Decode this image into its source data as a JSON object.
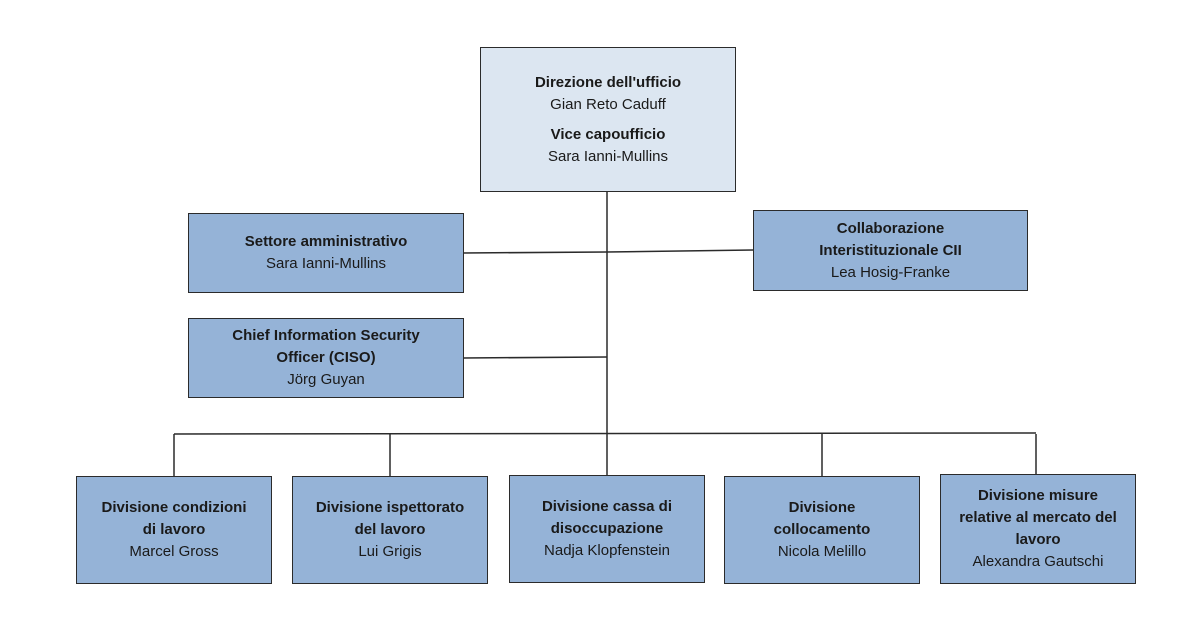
{
  "colors": {
    "top_box_fill": "#dce6f1",
    "box_fill": "#95b3d7",
    "border": "#2b2b2b",
    "line": "#2b2b2b"
  },
  "direction": {
    "role1": "Direzione dell'ufficio",
    "name1": "Gian Reto Caduff",
    "role2": "Vice capoufficio",
    "name2": "Sara Ianni-Mullins"
  },
  "staff": {
    "admin": {
      "role": "Settore amministrativo",
      "name": "Sara Ianni-Mullins"
    },
    "cii": {
      "role": "Collaborazione Interistituzionale CII",
      "name": "Lea Hosig-Franke"
    },
    "ciso": {
      "role": "Chief Information Security Officer (CISO)",
      "name": "Jörg Guyan"
    }
  },
  "divisions": [
    {
      "role": "Divisione condizioni di lavoro",
      "name": "Marcel Gross"
    },
    {
      "role": "Divisione ispettorato del lavoro",
      "name": "Lui Grigis"
    },
    {
      "role": "Divisione cassa di disoccupazione",
      "name": "Nadja Klopfenstein"
    },
    {
      "role": "Divisione collocamento",
      "name": "Nicola Melillo"
    },
    {
      "role": "Divisione misure relative al mercato del lavoro",
      "name": "Alexandra Gautschi"
    }
  ]
}
